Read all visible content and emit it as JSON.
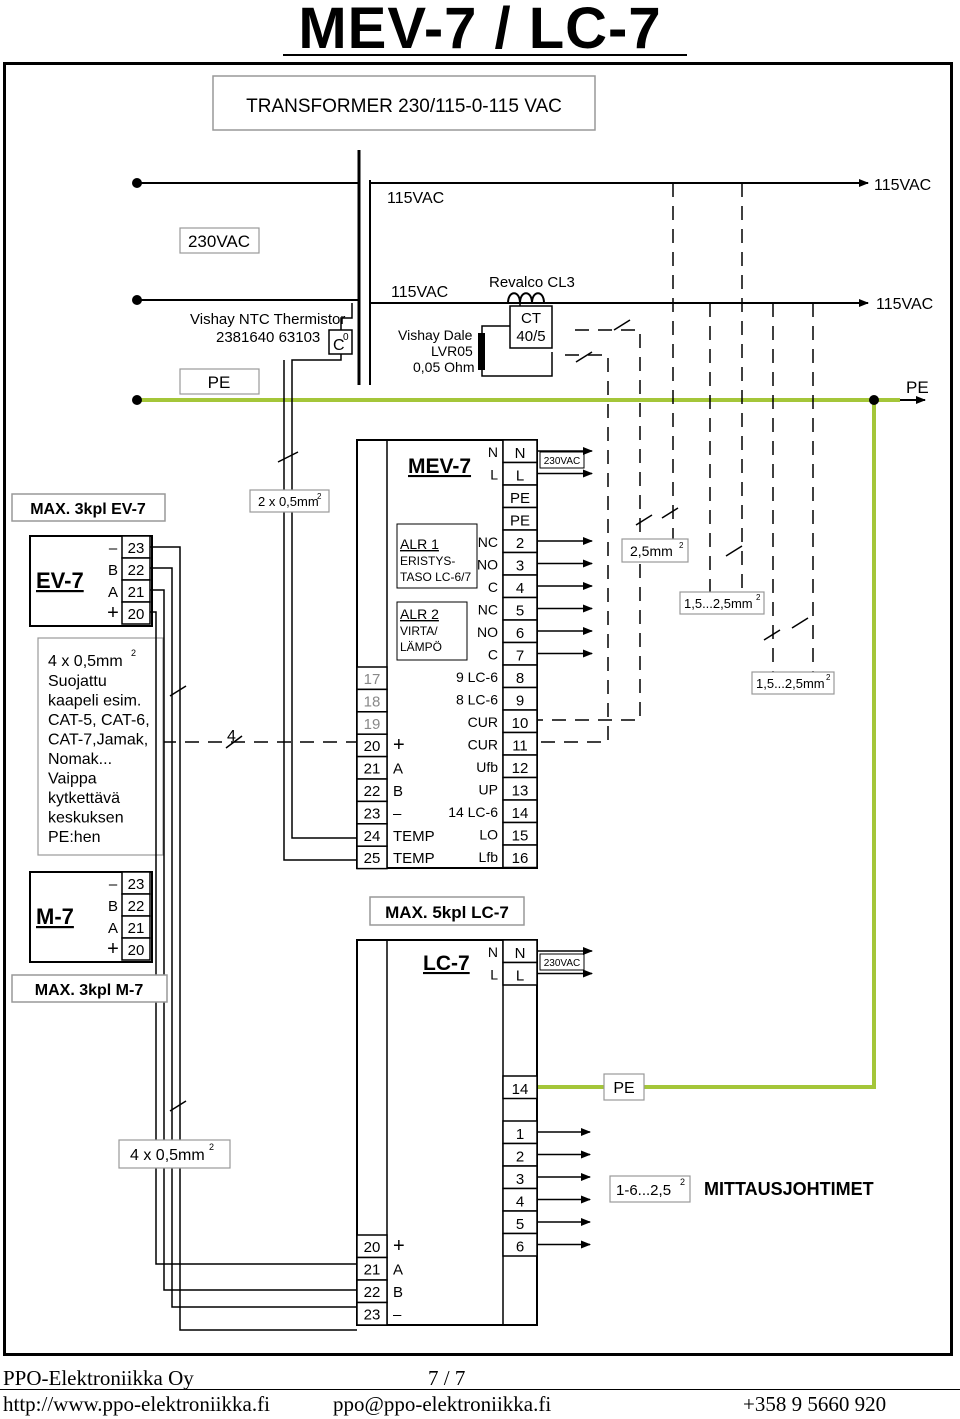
{
  "title": "MEV-7 / LC-7",
  "transformer": {
    "title": "TRANSFORMER 230/115-0-115 VAC",
    "primary": "230VAC",
    "secondary_top": "115VAC",
    "secondary_bottom": "115VAC",
    "out_top": "115VAC",
    "out_bottom": "115VAC",
    "pe_out": "PE",
    "pe_in": "PE"
  },
  "sensors": {
    "thermistor_line1": "Vishay NTC Thermistor",
    "thermistor_line2": "2381640 63103",
    "thermistor_symbol": "C",
    "thermistor_sup": "0",
    "shunt_line1": "Vishay Dale",
    "shunt_line2": "LVR05",
    "shunt_line3": "0,05 Ohm",
    "ct_name": "Revalco CL3",
    "ct_line1": "CT",
    "ct_line2": "40/5"
  },
  "cables": {
    "two_wire": "2 x 0,5mm",
    "two_wire_sup": "2",
    "four_wire_count": "4",
    "four_wire": "4 x 0,5mm",
    "four_wire_sup": "2",
    "relay_size": "2,5mm",
    "relay_sup": "2",
    "cur_size": "1,5...2,5mm",
    "cur_sup": "2",
    "volt_size": "1,5...2,5mm",
    "volt_sup": "2",
    "meas_size": "1-6...2,5",
    "meas_sup": "2",
    "meas_label": "MITTAUSJOHTIMET"
  },
  "ev7": {
    "max_label": "MAX. 3kpl EV-7",
    "name": "EV-7",
    "pins": [
      {
        "sym": "–",
        "num": "23"
      },
      {
        "sym": "B",
        "num": "22"
      },
      {
        "sym": "A",
        "num": "21"
      },
      {
        "sym": "+",
        "num": "20"
      }
    ],
    "note_line1": "4 x 0,5mm",
    "note_sup": "2",
    "note_lines": [
      "Suojattu",
      "kaapeli esim.",
      "CAT-5, CAT-6,",
      "CAT-7,Jamak,",
      "Nomak...",
      "Vaippa",
      "kytkettävä",
      "keskuksen",
      "PE:hen"
    ]
  },
  "m7": {
    "max_label": "MAX. 3kpl M-7",
    "name": "M-7",
    "pins": [
      {
        "sym": "–",
        "num": "23"
      },
      {
        "sym": "B",
        "num": "22"
      },
      {
        "sym": "A",
        "num": "21"
      },
      {
        "sym": "+",
        "num": "20"
      }
    ]
  },
  "mev7": {
    "name": "MEV-7",
    "supply": "230VAC",
    "alr1": [
      "ALR 1",
      "ERISTYS-",
      "TASO LC-6/7"
    ],
    "alr2": [
      "ALR 2",
      "VIRTA/",
      "LÄMPÖ"
    ],
    "right_pins": [
      {
        "label": "N",
        "num": "N"
      },
      {
        "label": "L",
        "num": "L"
      },
      {
        "label": "",
        "num": "PE"
      },
      {
        "label": "",
        "num": "PE"
      },
      {
        "label": "NC",
        "num": "2"
      },
      {
        "label": "NO",
        "num": "3"
      },
      {
        "label": "C",
        "num": "4"
      },
      {
        "label": "NC",
        "num": "5"
      },
      {
        "label": "NO",
        "num": "6"
      },
      {
        "label": "C",
        "num": "7"
      },
      {
        "label": "9 LC-6",
        "num": "8"
      },
      {
        "label": "8 LC-6",
        "num": "9"
      },
      {
        "label": "CUR",
        "num": "10"
      },
      {
        "label": "CUR",
        "num": "11"
      },
      {
        "label": "Ufb",
        "num": "12"
      },
      {
        "label": "UP",
        "num": "13"
      },
      {
        "label": "14 LC-6",
        "num": "14"
      },
      {
        "label": "LO",
        "num": "15"
      },
      {
        "label": "Lfb",
        "num": "16"
      }
    ],
    "left_pins": [
      {
        "num": "17",
        "sym": ""
      },
      {
        "num": "18",
        "sym": ""
      },
      {
        "num": "19",
        "sym": ""
      },
      {
        "num": "20",
        "sym": "+"
      },
      {
        "num": "21",
        "sym": "A"
      },
      {
        "num": "22",
        "sym": "B"
      },
      {
        "num": "23",
        "sym": "–"
      },
      {
        "num": "24",
        "sym": "TEMP"
      },
      {
        "num": "25",
        "sym": "TEMP"
      }
    ]
  },
  "lc7": {
    "max_label": "MAX. 5kpl LC-7",
    "name": "LC-7",
    "supply": "230VAC",
    "right_top": [
      {
        "label": "N",
        "num": "N"
      },
      {
        "label": "L",
        "num": "L"
      }
    ],
    "pe_pin": "14",
    "pe_label": "PE",
    "meas_pins": [
      "1",
      "2",
      "3",
      "4",
      "5",
      "6"
    ],
    "left_pins": [
      {
        "num": "20",
        "sym": "+"
      },
      {
        "num": "21",
        "sym": "A"
      },
      {
        "num": "22",
        "sym": "B"
      },
      {
        "num": "23",
        "sym": "–"
      }
    ]
  },
  "footer": {
    "company": "PPO-Elektroniikka Oy",
    "page": "7 / 7",
    "web": "http://www.ppo-elektroniikka.fi",
    "email": "ppo@ppo-elektroniikka.fi",
    "phone": "+358 9 5660 920"
  },
  "colors": {
    "pe_wire": "#a4c639",
    "line": "#000000"
  }
}
